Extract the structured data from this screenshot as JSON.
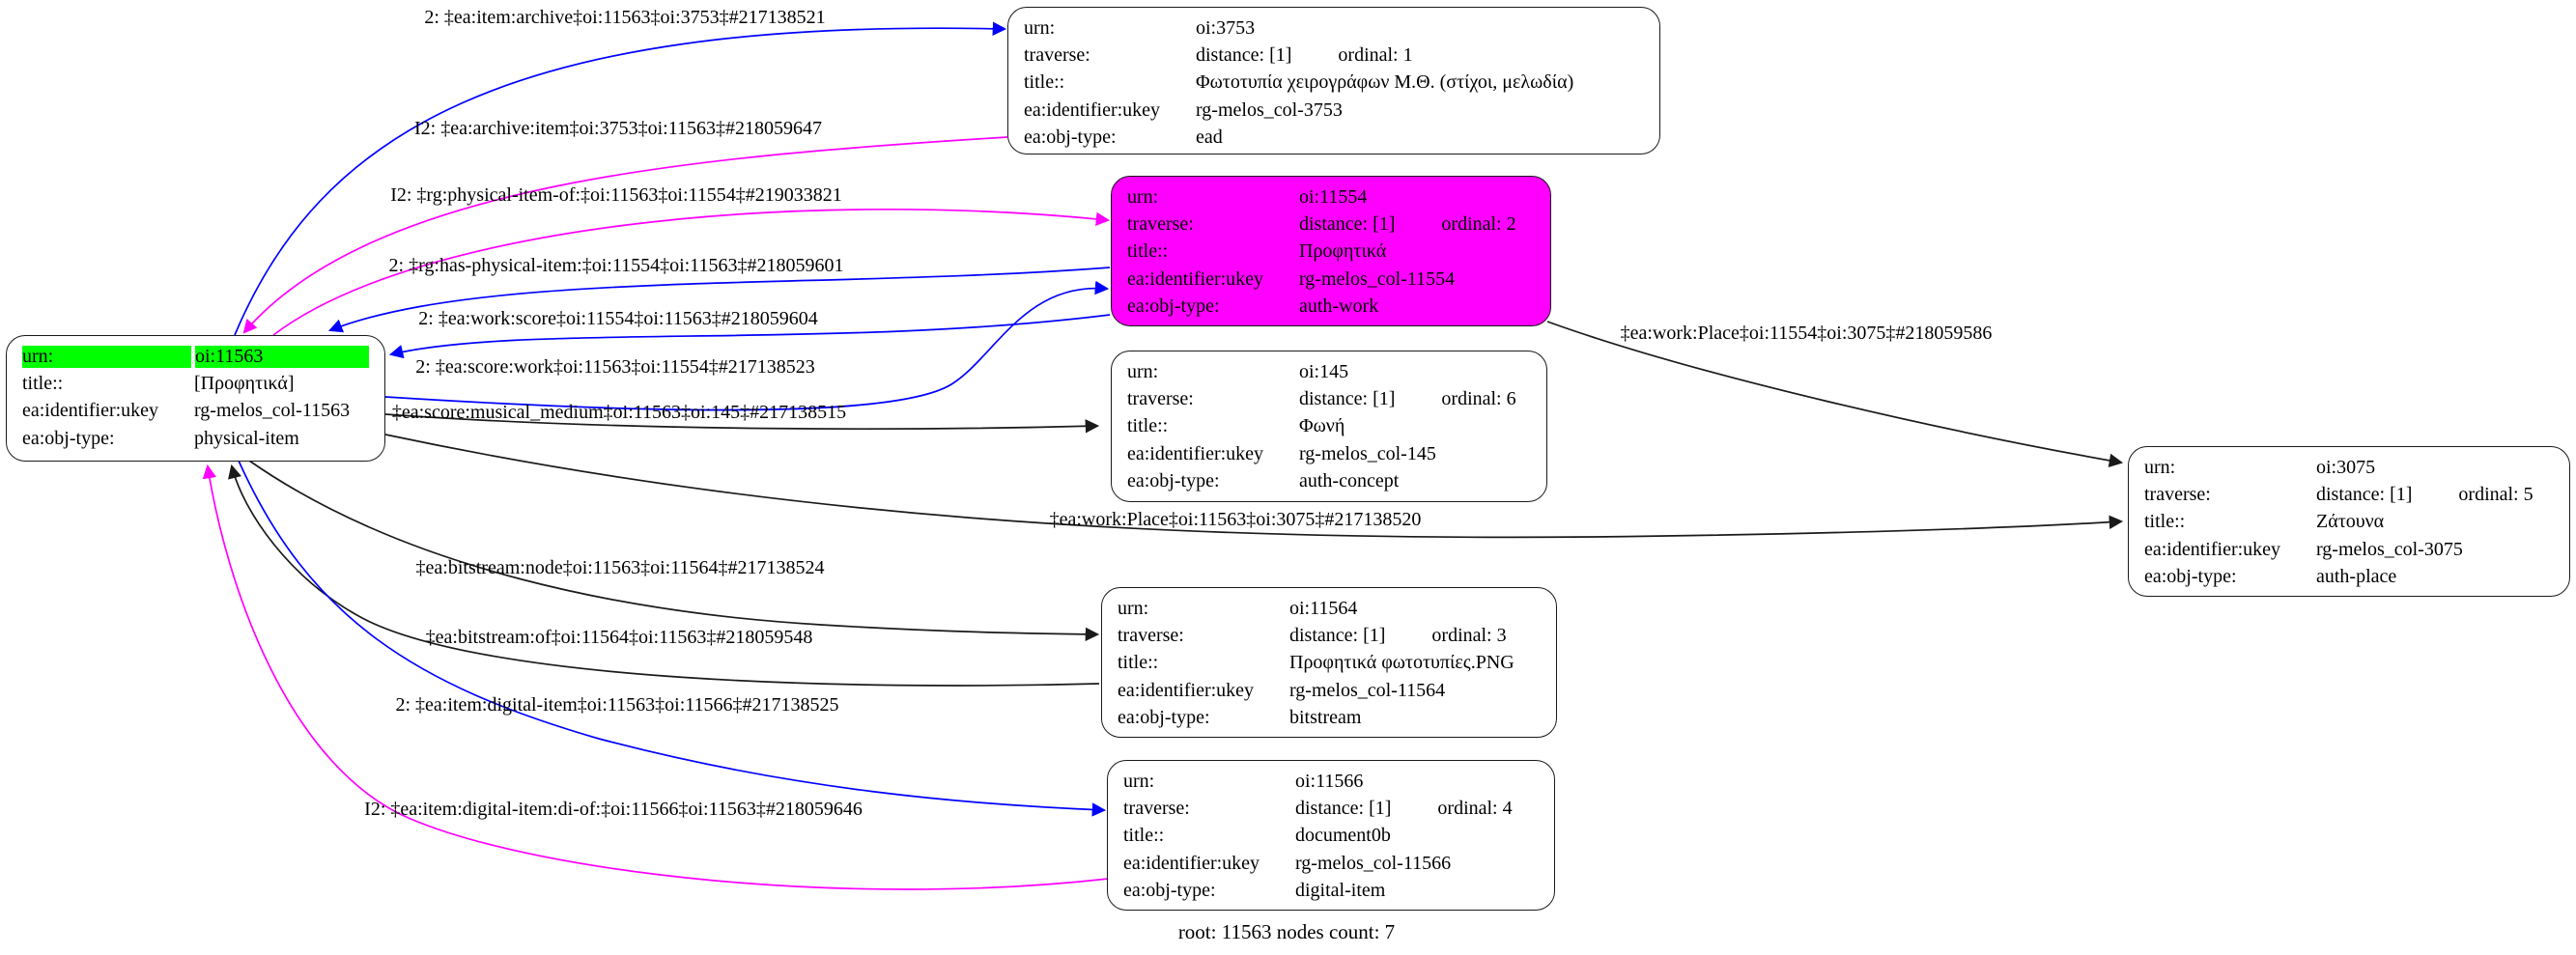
{
  "caption": "root: 11563 nodes count: 7",
  "colors": {
    "highlight_green": "#00ff00",
    "node_magenta": "#ff00ff",
    "edge_blue": "#0000ff",
    "edge_magenta": "#ff00ff",
    "edge_black": "#1a1a1a"
  },
  "nodes": {
    "n11563": {
      "urn_k": "urn:",
      "urn_v": "oi:11563",
      "title_k": "title::",
      "title_v": "[Προφητικά]",
      "ukey_k": "ea:identifier:ukey",
      "ukey_v": "rg-melos_col-11563",
      "objtype_k": "ea:obj-type:",
      "objtype_v": "physical-item"
    },
    "n3753": {
      "urn_k": "urn:",
      "urn_v": "oi:3753",
      "trav_k": "traverse:",
      "trav_d": "distance: [1]",
      "trav_o": "ordinal: 1",
      "title_k": "title::",
      "title_v": "Φωτοτυπία χειρογράφων Μ.Θ. (στίχοι, μελωδία)",
      "ukey_k": "ea:identifier:ukey",
      "ukey_v": "rg-melos_col-3753",
      "objtype_k": "ea:obj-type:",
      "objtype_v": "ead"
    },
    "n11554": {
      "urn_k": "urn:",
      "urn_v": "oi:11554",
      "trav_k": "traverse:",
      "trav_d": "distance: [1]",
      "trav_o": "ordinal: 2",
      "title_k": "title::",
      "title_v": "Προφητικά",
      "ukey_k": "ea:identifier:ukey",
      "ukey_v": "rg-melos_col-11554",
      "objtype_k": "ea:obj-type:",
      "objtype_v": "auth-work"
    },
    "n145": {
      "urn_k": "urn:",
      "urn_v": "oi:145",
      "trav_k": "traverse:",
      "trav_d": "distance: [1]",
      "trav_o": "ordinal: 6",
      "title_k": "title::",
      "title_v": "Φωνή",
      "ukey_k": "ea:identifier:ukey",
      "ukey_v": "rg-melos_col-145",
      "objtype_k": "ea:obj-type:",
      "objtype_v": "auth-concept"
    },
    "n11564": {
      "urn_k": "urn:",
      "urn_v": "oi:11564",
      "trav_k": "traverse:",
      "trav_d": "distance: [1]",
      "trav_o": "ordinal: 3",
      "title_k": "title::",
      "title_v": "Προφητικά φωτοτυπίες.PNG",
      "ukey_k": "ea:identifier:ukey",
      "ukey_v": "rg-melos_col-11564",
      "objtype_k": "ea:obj-type:",
      "objtype_v": "bitstream"
    },
    "n11566": {
      "urn_k": "urn:",
      "urn_v": "oi:11566",
      "trav_k": "traverse:",
      "trav_d": "distance: [1]",
      "trav_o": "ordinal: 4",
      "title_k": "title::",
      "title_v": "document0b",
      "ukey_k": "ea:identifier:ukey",
      "ukey_v": "rg-melos_col-11566",
      "objtype_k": "ea:obj-type:",
      "objtype_v": "digital-item"
    },
    "n3075": {
      "urn_k": "urn:",
      "urn_v": "oi:3075",
      "trav_k": "traverse:",
      "trav_d": "distance: [1]",
      "trav_o": "ordinal: 5",
      "title_k": "title::",
      "title_v": "Ζάτουνα",
      "ukey_k": "ea:identifier:ukey",
      "ukey_v": "rg-melos_col-3075",
      "objtype_k": "ea:obj-type:",
      "objtype_v": "auth-place"
    }
  },
  "edges": [
    {
      "label": "2: ‡ea:item:archive‡oi:11563‡oi:3753‡#217138521",
      "color": "blue"
    },
    {
      "label": "I2: ‡ea:archive:item‡oi:3753‡oi:11563‡#218059647",
      "color": "magenta"
    },
    {
      "label": "I2: ‡rg:physical-item-of:‡oi:11563‡oi:11554‡#219033821",
      "color": "magenta"
    },
    {
      "label": "2: ‡rg:has-physical-item:‡oi:11554‡oi:11563‡#218059601",
      "color": "blue"
    },
    {
      "label": "2: ‡ea:work:score‡oi:11554‡oi:11563‡#218059604",
      "color": "blue"
    },
    {
      "label": "2: ‡ea:score:work‡oi:11563‡oi:11554‡#217138523",
      "color": "blue"
    },
    {
      "label": "‡ea:score:musical_medium‡oi:11563‡oi:145‡#217138515",
      "color": "black"
    },
    {
      "label": "‡ea:work:Place‡oi:11563‡oi:3075‡#217138520",
      "color": "black"
    },
    {
      "label": "‡ea:bitstream:node‡oi:11563‡oi:11564‡#217138524",
      "color": "black"
    },
    {
      "label": "‡ea:bitstream:of‡oi:11564‡oi:11563‡#218059548",
      "color": "black"
    },
    {
      "label": "2: ‡ea:item:digital-item‡oi:11563‡oi:11566‡#217138525",
      "color": "blue"
    },
    {
      "label": "I2: ‡ea:item:digital-item:di-of:‡oi:11566‡oi:11563‡#218059646",
      "color": "magenta"
    },
    {
      "label": "‡ea:work:Place‡oi:11554‡oi:3075‡#218059586",
      "color": "black"
    }
  ]
}
